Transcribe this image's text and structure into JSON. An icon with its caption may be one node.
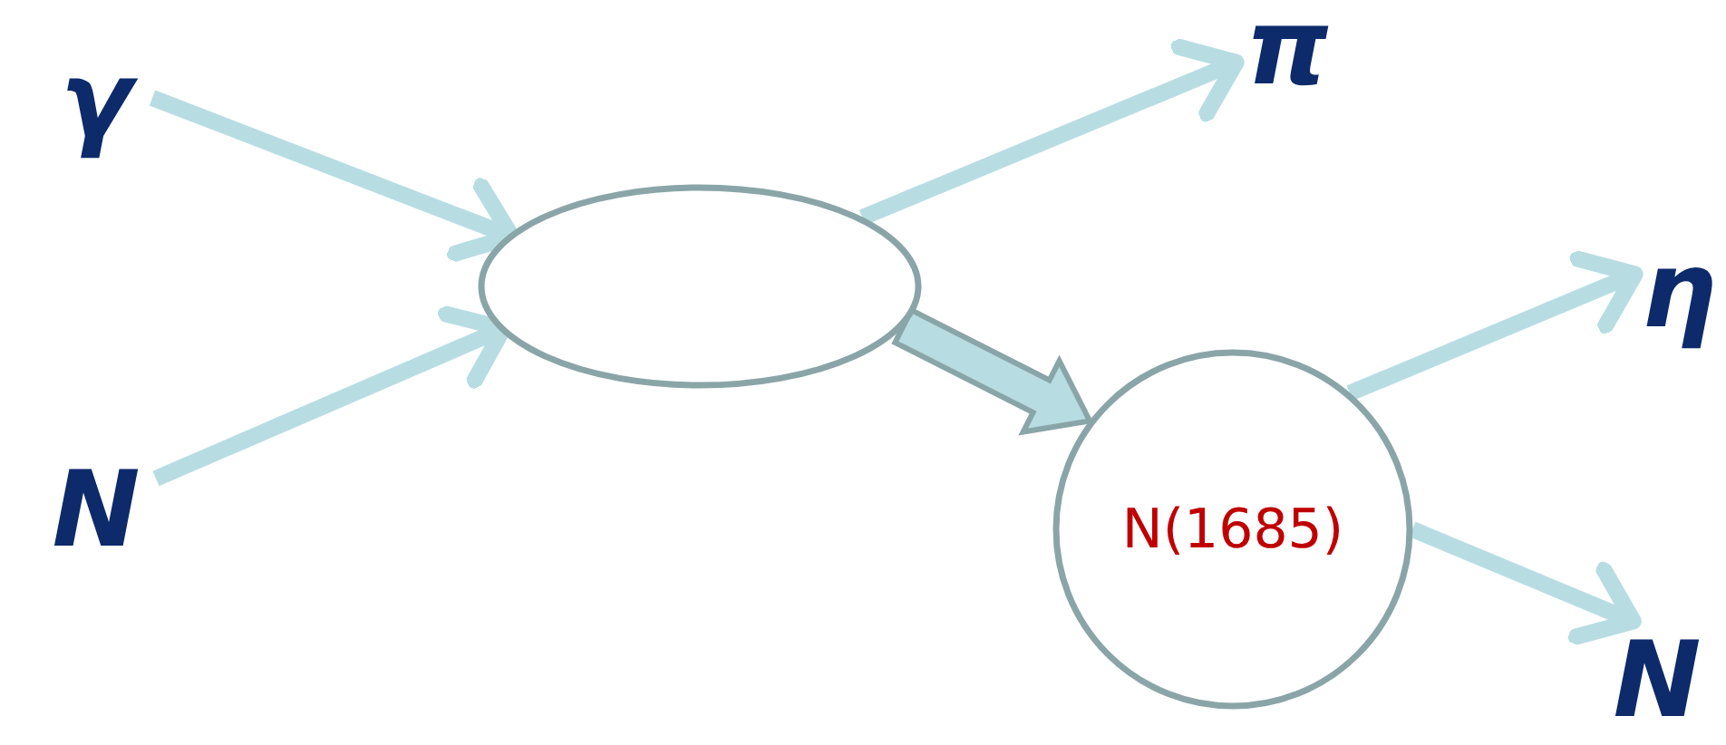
{
  "diagram": {
    "nodes": [
      {
        "text": [
          "γ"
        ]
      },
      {
        "text": [
          "N"
        ]
      },
      {
        "text": [],
        "shape": "ellipse"
      },
      {
        "text": [
          "π"
        ]
      },
      {
        "text": [
          "N(1685)"
        ]
      },
      {
        "text": [
          "η"
        ]
      },
      {
        "text": [
          "N"
        ]
      }
    ],
    "edges": [
      {
        "from": 0,
        "to": 2,
        "arrow": "to"
      },
      {
        "from": 1,
        "to": 2,
        "arrow": "to"
      },
      {
        "from": 2,
        "to": 3,
        "arrow": "to"
      },
      {
        "from": 2,
        "to": 4,
        "arrow": "to",
        "style": "thick"
      },
      {
        "from": 4,
        "to": 5,
        "arrow": "to"
      },
      {
        "from": 4,
        "to": 6,
        "arrow": "to"
      }
    ]
  }
}
